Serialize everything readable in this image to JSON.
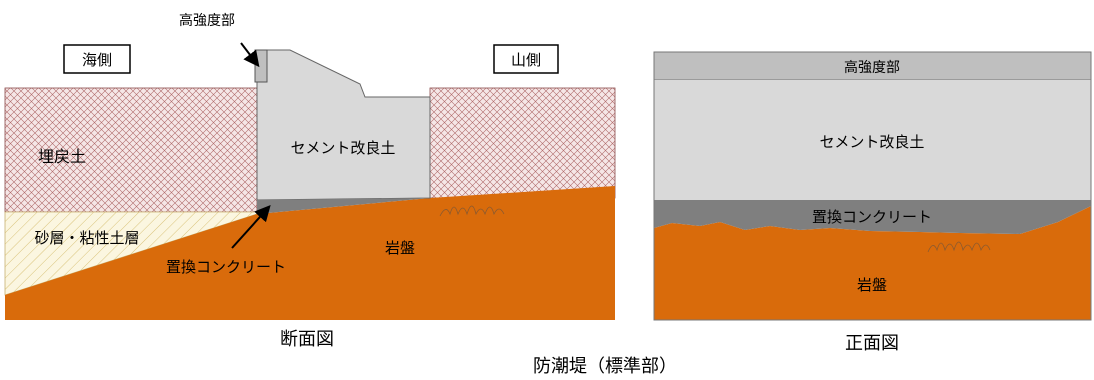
{
  "colors": {
    "fill_soil": "#f5e6e6",
    "hatch_fill": "#b06a6a",
    "sand_fill": "#fbf6e0",
    "sand_hatch": "#d9c37a",
    "bedrock": "#d96b0b",
    "cement_soil": "#d9d9d9",
    "replacement_concrete": "#7f7f7f",
    "high_strength": "#bfbfbf"
  },
  "cross_section": {
    "label_sea": "海側",
    "label_mountain": "山側",
    "label_high_strength": "高強度部",
    "label_backfill": "埋戻土",
    "label_cement": "セメント改良土",
    "label_sand_clay": "砂層・粘性土層",
    "label_replacement": "置換コンクリート",
    "label_bedrock": "岩盤",
    "caption": "断面図"
  },
  "front_view": {
    "label_high_strength": "高強度部",
    "label_cement": "セメント改良土",
    "label_replacement": "置換コンクリート",
    "label_bedrock": "岩盤",
    "caption": "正面図"
  },
  "figure_title": "防潮堤（標準部）"
}
